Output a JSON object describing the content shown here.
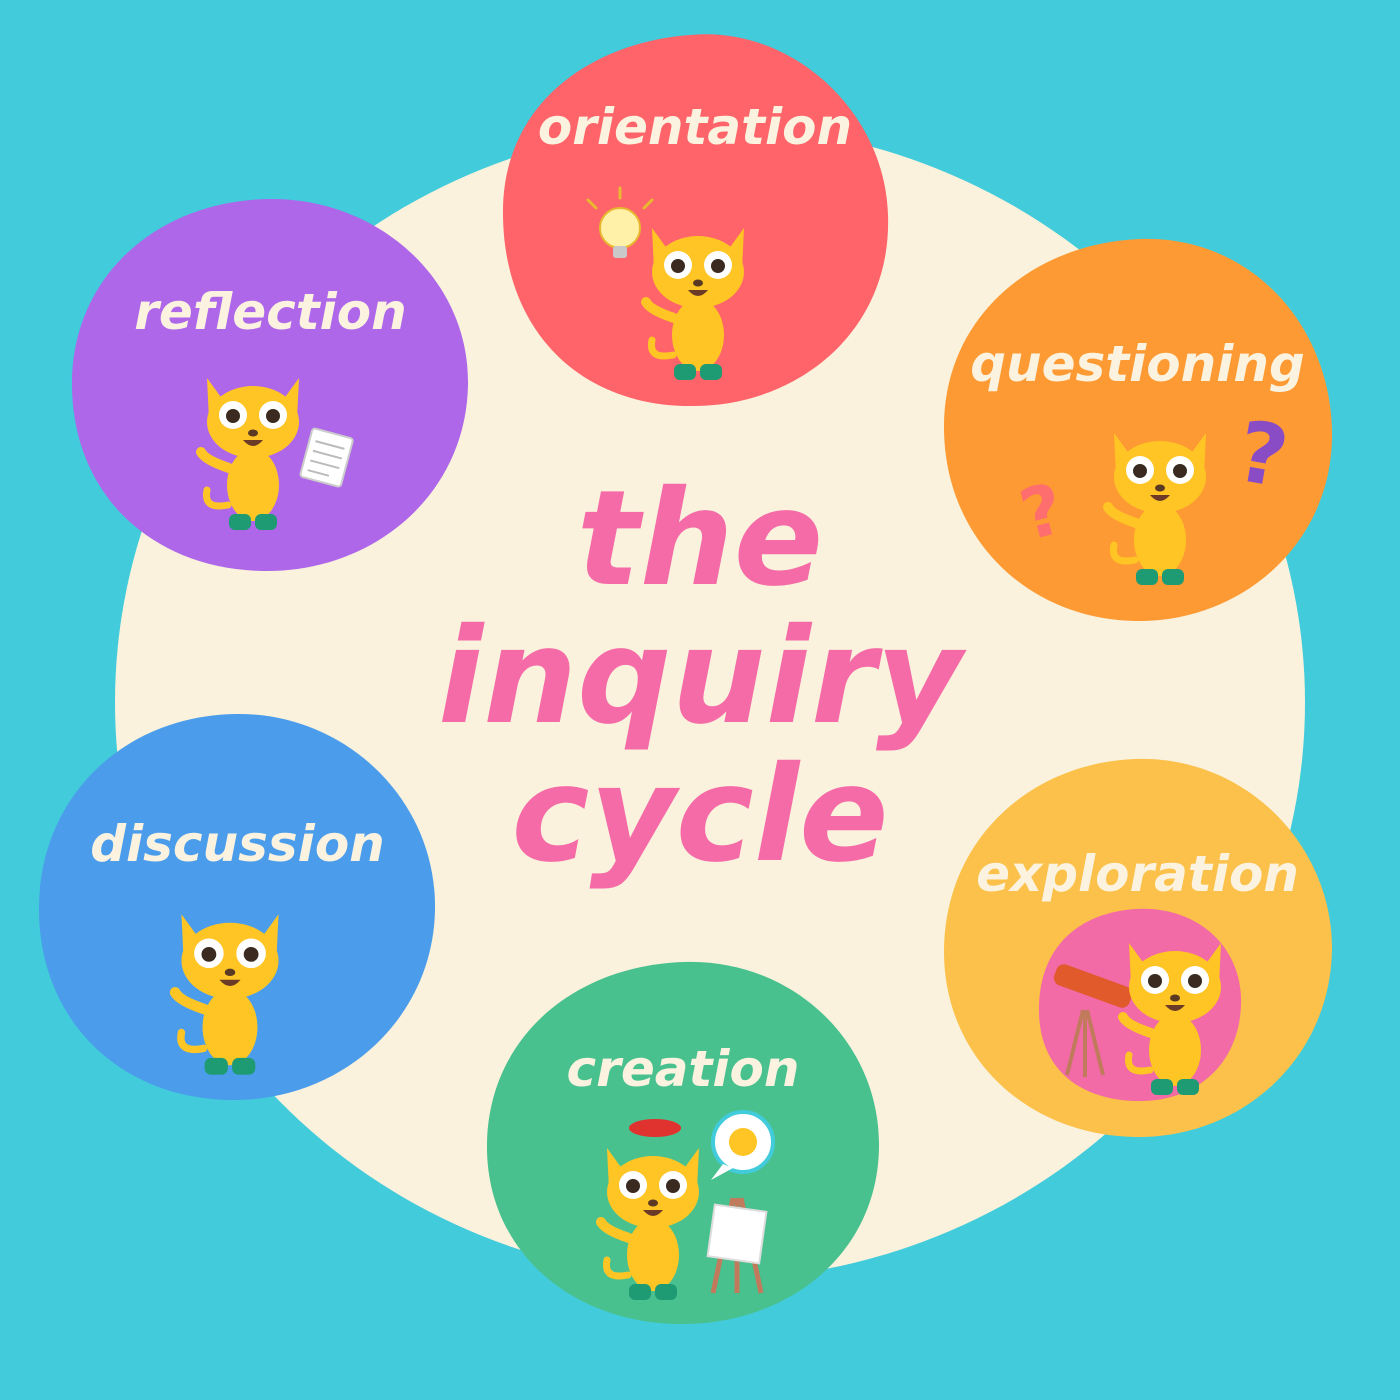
{
  "title": {
    "line1": "the",
    "line2": "inquiry",
    "line3": "cycle"
  },
  "stages": {
    "orientation": "orientation",
    "questioning": "questioning",
    "exploration": "exploration",
    "creation": "creation",
    "discussion": "discussion",
    "reflection": "reflection"
  },
  "colors": {
    "background": "#41cbdb",
    "center": "#faf2dc",
    "title": "#f56ba8",
    "label": "#fbf3df",
    "orientation": "#fe6469",
    "questioning": "#fe9a33",
    "exploration": "#fbc14a",
    "creation": "#49c18f",
    "discussion": "#4b9deb",
    "reflection": "#af67ea",
    "cat": "#ffc524"
  },
  "icons": [
    "cat-icon",
    "lightbulb-icon",
    "question-mark-icon",
    "telescope-icon",
    "paint-easel-icon",
    "paper-note-icon"
  ]
}
